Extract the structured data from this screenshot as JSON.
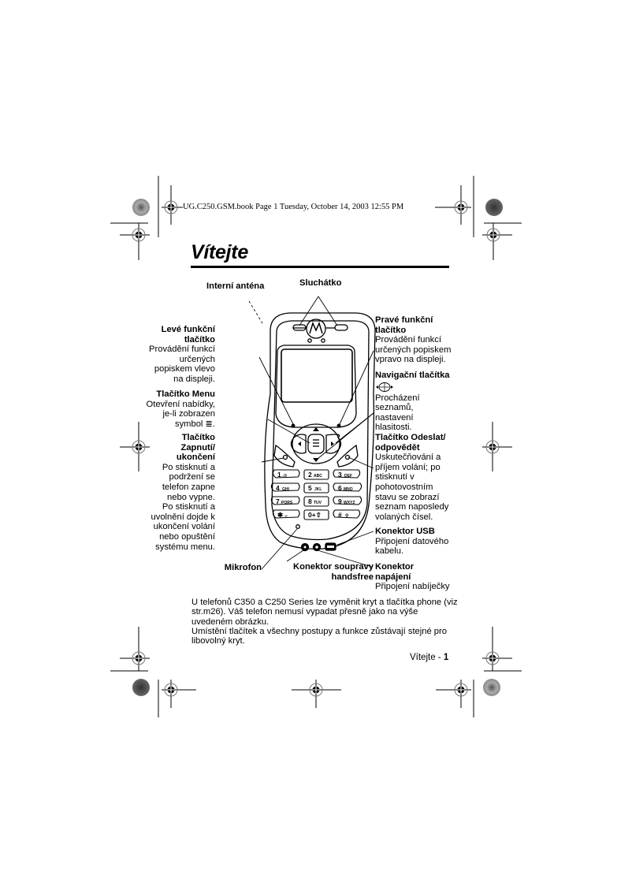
{
  "header": {
    "print_line": "UG.C250.GSM.book  Page 1  Tuesday, October 14, 2003  12:55 PM"
  },
  "page": {
    "title": "Vítejte",
    "footer_label": "Vítejte - ",
    "page_number": "1"
  },
  "callouts": {
    "internal_antenna": {
      "title": "Interní anténa"
    },
    "earpiece": {
      "title": "Sluchátko"
    },
    "left_soft_key": {
      "title_1": "Levé funkční",
      "title_2": "tlačítko",
      "lines": [
        "Provádění funkcí",
        "určených",
        "popiskem vlevo",
        "na displeji."
      ]
    },
    "menu_key": {
      "title": "Tlačítko Menu",
      "lines": [
        "Otevření nabídky,",
        "je-li zobrazen",
        "symbol ≣."
      ]
    },
    "power_key": {
      "title_1": "Tlačítko",
      "title_2": "Zapnutí/",
      "title_3": "ukončení",
      "lines": [
        "Po stisknutí a",
        "podržení se",
        "telefon zapne",
        "nebo vypne.",
        "Po stisknutí a",
        "uvolnění dojde k",
        "ukončení volání",
        "nebo opuštění",
        "systému menu."
      ]
    },
    "right_soft_key": {
      "title_1": "Pravé funkční",
      "title_2": "tlačítko",
      "lines": [
        "Provádění funkcí",
        "určených popiskem",
        "vpravo na displeji."
      ]
    },
    "nav_keys": {
      "title": "Navigační tlačítka",
      "lines": [
        "Procházení",
        "seznamů,",
        "nastavení",
        "hlasitosti."
      ]
    },
    "send_key": {
      "title_1": "Tlačítko Odeslat/",
      "title_2": "odpovědět",
      "lines": [
        "Uskutečňování a",
        "příjem volání; po",
        "stisknutí v",
        "pohotovostním",
        "stavu se zobrazí",
        "seznam naposledy",
        "volaných čísel."
      ]
    },
    "usb_connector": {
      "title": "Konektor USB",
      "lines": [
        "Připojení datového",
        "kabelu."
      ]
    },
    "microphone": {
      "title": "Mikrofon"
    },
    "headset_connector": {
      "title_1": "Konektor soupravy",
      "title_2": "handsfree"
    },
    "power_connector": {
      "title_1": "Konektor",
      "title_2": "napájení",
      "lines": [
        "Připojení nabíječky"
      ]
    }
  },
  "keypad": {
    "keys": [
      [
        "1",
        ".@"
      ],
      [
        "2",
        "ABC"
      ],
      [
        "3",
        "DEF"
      ],
      [
        "4",
        "GHI"
      ],
      [
        "5",
        "JKL"
      ],
      [
        "6",
        "MNO"
      ],
      [
        "7",
        "PQRS"
      ],
      [
        "8",
        "TUV"
      ],
      [
        "9",
        "WXYZ"
      ],
      [
        "✱",
        "⌣"
      ],
      [
        "0",
        "+⇧"
      ],
      [
        "#",
        "⚲"
      ]
    ]
  },
  "body_text": {
    "paragraph_1": "U telefonů C350 a C250 Series lze vyměnit kryt a tlačítka phone (viz str.m26). Váš telefon nemusí vypadat přesně jako na výše uvedeném obrázku.",
    "paragraph_2": "Umístění tlačítek a všechny postupy a funkce zůstávají stejné pro libovolný kryt."
  },
  "icons": {
    "registration_mark": "crosshair-circle",
    "color_bar_dot": "radial-color-target",
    "motorola_logo": "motorola-batwing"
  }
}
